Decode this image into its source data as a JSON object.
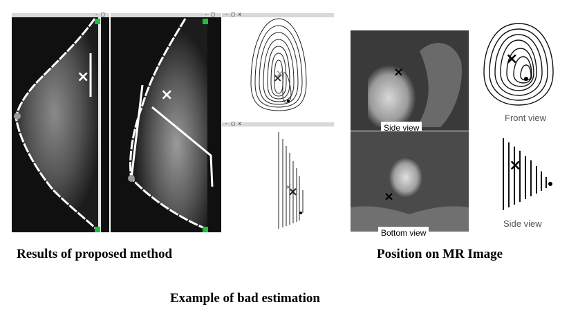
{
  "captions": {
    "results": "Results of proposed method",
    "position": "Position on MR Image",
    "example": "Example of  bad estimation"
  },
  "views": {
    "side": "Side view",
    "bottom": "Bottom view",
    "front": "Front view",
    "side2": "Side view"
  },
  "window_controls": "- □ x",
  "markers": {
    "estimated": "×"
  },
  "colors": {
    "background": "#ffffff",
    "mammo_bg": "#101010",
    "contour": "#ffffff",
    "corner_marker": "#19c23a"
  }
}
